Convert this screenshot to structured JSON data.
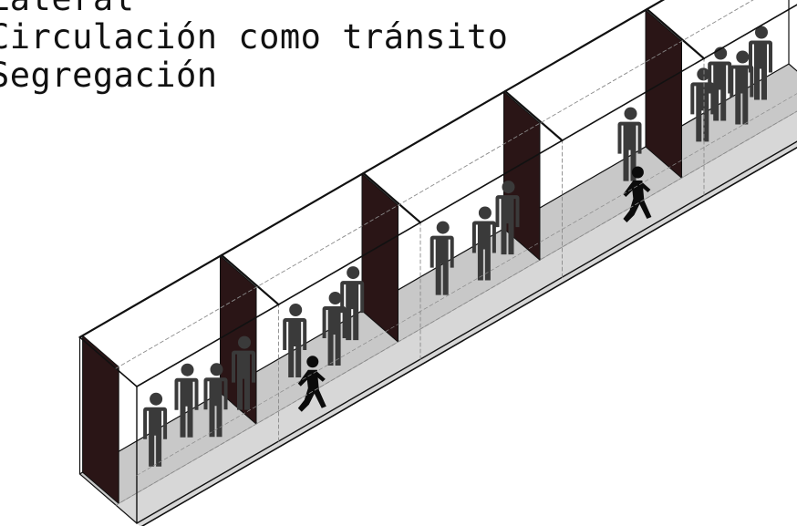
{
  "titles": [
    "Lateral",
    "Circulación como tránsito",
    "Segregación"
  ],
  "colors": {
    "line": "#111111",
    "floor": "#c8c8c8",
    "walkway": "#d7d7d7",
    "panel_dark": "#2a1516",
    "person_seated": "#3a3a3a",
    "person_walking": "#0b0b0b",
    "dashed": "#8a8a8a"
  },
  "rooms": [
    {
      "id": 1,
      "occupants": 4
    },
    {
      "id": 2,
      "occupants": 3
    },
    {
      "id": 3,
      "occupants": 3
    },
    {
      "id": 4,
      "occupants": 1
    },
    {
      "id": 5,
      "occupants": 4
    }
  ],
  "walkers": 2,
  "icons": [
    "person-standing-icon",
    "person-walking-icon"
  ]
}
